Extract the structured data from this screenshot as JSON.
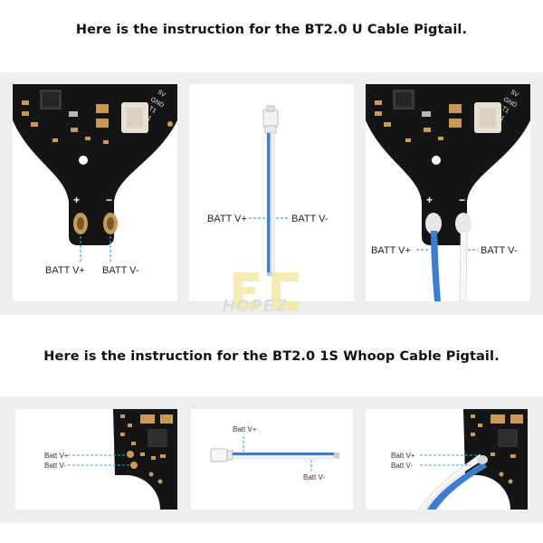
{
  "section1": {
    "heading": "Here is the instruction for the BT2.0 U Cable Pigtail.",
    "panel1": {
      "pad_labels": [
        "5V",
        "GND",
        "T1",
        "R1"
      ],
      "plus": "+",
      "minus": "−",
      "label_pos": "BATT V+",
      "label_neg": "BATT V-"
    },
    "panel2": {
      "label_pos": "BATT V+",
      "label_neg": "BATT V-"
    },
    "panel3": {
      "pad_labels": [
        "5V",
        "GND",
        "T1",
        "R1"
      ],
      "plus": "+",
      "minus": "−",
      "label_pos": "BATT V+",
      "label_neg": "BATT V-"
    },
    "watermark": "HOPEZ"
  },
  "section2": {
    "heading": "Here is the instruction for the BT2.0 1S Whoop Cable Pigtail.",
    "panel1": {
      "label_pos": "Batt V+",
      "label_neg": "Batt V-"
    },
    "panel2": {
      "label_pos": "Batt V+",
      "label_neg": "Batt V-"
    },
    "panel3": {
      "label_pos": "Batt V+",
      "label_neg": "Batt V-"
    }
  },
  "colors": {
    "board": "#151515",
    "copper": "#c89a55",
    "wire_blue": "#3b7ed0",
    "dashed": "#3aa6e0",
    "band_bg": "#eeeeee"
  }
}
